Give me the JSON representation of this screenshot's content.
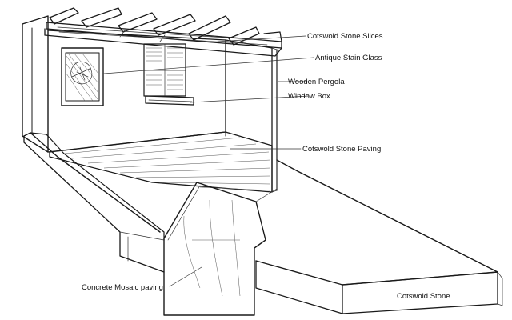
{
  "labels": {
    "slices": "Cotswold Stone Slices",
    "glass": "Antique Stain Glass",
    "pergola": "Wooden Pergola",
    "window_box": "Window Box",
    "paving": "Cotswold Stone Paving",
    "mosaic": "Concrete Mosaic paving",
    "stone": "Cotswold Stone"
  }
}
